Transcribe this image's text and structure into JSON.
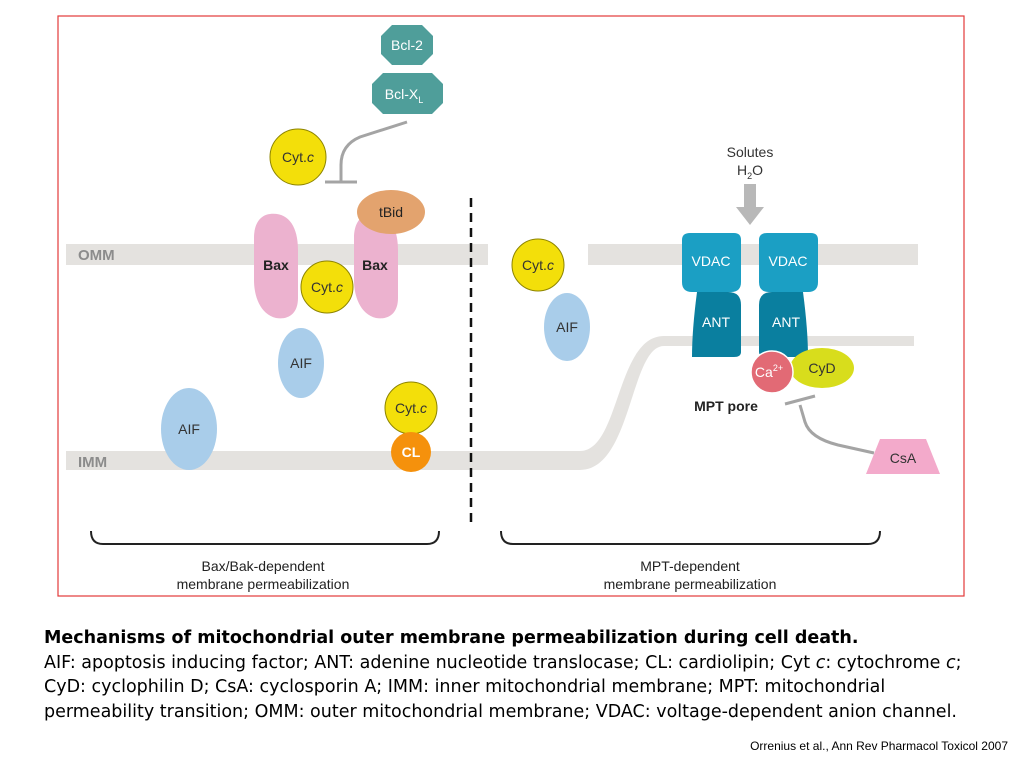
{
  "diagram": {
    "labels": {
      "bcl2": "Bcl-2",
      "bclxl": "Bcl-X",
      "bclxl_sub": "L",
      "cytc_prefix": "Cyt.",
      "cytc_suffix": "c",
      "tbid": "tBid",
      "bax": "Bax",
      "omm": "OMM",
      "imm": "IMM",
      "aif": "AIF",
      "cl": "CL",
      "solutes": "Solutes",
      "h2o_h": "H",
      "h2o_sub": "2",
      "h2o_o": "O",
      "vdac": "VDAC",
      "ant": "ANT",
      "ca": "Ca",
      "ca_sup": "2+",
      "cyd": "CyD",
      "mpt_pore": "MPT pore",
      "csa": "CsA",
      "left_group_line1": "Bax/Bak-dependent",
      "left_group_line2": "membrane permeabilization",
      "right_group_line1": "MPT-dependent",
      "right_group_line2": "membrane permeabilization"
    },
    "colors": {
      "frame": "#e23a3a",
      "membrane": "#e4e2df",
      "membrane_text": "#8c8c8c",
      "bcl": "#4f9e9a",
      "cytc": "#f3df0a",
      "tbid": "#e3a36e",
      "bax": "#ecb2cf",
      "aif": "#a9cdea",
      "cl": "#f5910c",
      "vdac": "#1b9fc4",
      "ant": "#0a7f9f",
      "ca": "#e26a75",
      "cyd": "#d8dd1c",
      "csa": "#f3aacb",
      "arrow": "#b8b8b8",
      "inhibitor": "#a4a4a4"
    }
  },
  "caption": {
    "title": "Mechanisms of mitochondrial outer membrane permeabilization during cell death.",
    "body_part1": "AIF: apoptosis inducing factor; ANT: adenine nucleotide translocase; CL: cardiolipin; Cyt ",
    "body_italic1": "c",
    "body_part2": ": cytochrome ",
    "body_italic2": "c",
    "body_part3": "; CyD: cyclophilin D; CsA: cyclosporin A; IMM: inner mitochondrial membrane; MPT: mitochondrial permeability transition; OMM: outer mitochondrial membrane; VDAC: voltage-dependent anion channel."
  },
  "citation": "Orrenius et al., Ann Rev Pharmacol Toxicol 2007"
}
